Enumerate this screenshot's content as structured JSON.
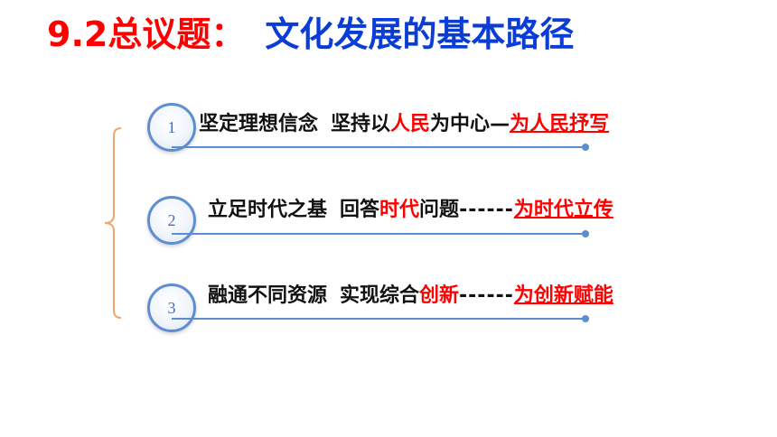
{
  "title": {
    "number": "9.2总议题：",
    "subject": "文化发展的基本路径"
  },
  "items": [
    {
      "index": "1",
      "part1": "坚定理想信念",
      "part2_a": "坚持以",
      "part2_red": "人民",
      "part2_b": "为中心",
      "connector": "—",
      "tag": "为人民抒写"
    },
    {
      "index": "2",
      "part1": "立足时代之基",
      "part2_a": "回答",
      "part2_red": "时代",
      "part2_b": "问题",
      "connector": "------",
      "tag": "为时代立传"
    },
    {
      "index": "3",
      "part1": "融通不同资源",
      "part2_a": "实现综合",
      "part2_red": "创新",
      "part2_b": "",
      "connector": "------",
      "tag": "为创新赋能"
    }
  ],
  "colors": {
    "accent_red": "#ff0000",
    "accent_blue": "#0a3cd6",
    "line_blue": "#5b8dd1",
    "brace_orange": "#f0a66b"
  }
}
